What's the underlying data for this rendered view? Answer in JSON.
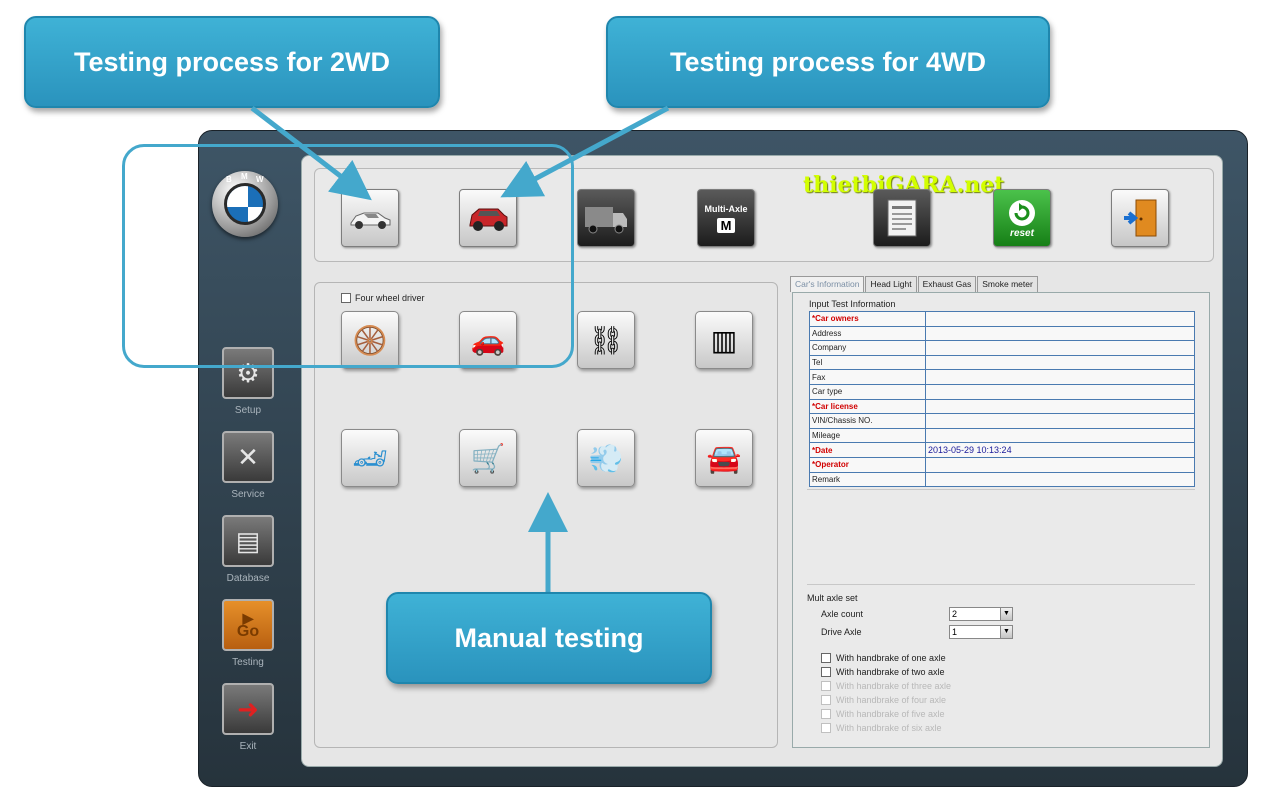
{
  "callouts": {
    "two_wd": "Testing process for 2WD",
    "four_wd": "Testing process for 4WD",
    "manual": "Manual testing"
  },
  "watermark": "thietbiGARA.net",
  "logo_letters": [
    "B",
    "M",
    "W"
  ],
  "sidebar": {
    "items": [
      {
        "label": "Setup",
        "icon": "gear-icon"
      },
      {
        "label": "Service",
        "icon": "tools-icon"
      },
      {
        "label": "Database",
        "icon": "database-icon"
      },
      {
        "label": "Testing",
        "icon": "go-icon",
        "glyph": "Go"
      },
      {
        "label": "Exit",
        "icon": "exit-icon"
      }
    ]
  },
  "toolbar": {
    "buttons": [
      {
        "name": "sedan-2wd-button",
        "icon": "sedan-car-icon"
      },
      {
        "name": "suv-4wd-button",
        "icon": "suv-car-icon"
      },
      {
        "name": "truck-button",
        "icon": "truck-icon"
      },
      {
        "name": "multi-axle-button",
        "icon": "multi-axle-icon",
        "label": "Multi-Axle",
        "glyph": "M"
      },
      {
        "name": "report-button",
        "icon": "document-icon"
      },
      {
        "name": "reset-button",
        "icon": "reset-icon",
        "label": "reset"
      },
      {
        "name": "exit-door-button",
        "icon": "exit-door-icon"
      }
    ]
  },
  "manual": {
    "four_wheel_label": "Four wheel driver",
    "buttons": [
      {
        "icon": "brake-disc-icon"
      },
      {
        "icon": "wheel-alignment-icon"
      },
      {
        "icon": "suspension-icon"
      },
      {
        "icon": "side-slip-icon"
      },
      {
        "icon": "speedometer-car-icon"
      },
      {
        "icon": "headlight-tester-icon"
      },
      {
        "icon": "exhaust-gas-icon"
      },
      {
        "icon": "headlight-car-icon"
      }
    ]
  },
  "tabs": [
    "Car's Information",
    "Head Light",
    "Exhaust Gas",
    "Smoke meter"
  ],
  "info": {
    "title": "Input Test Information",
    "rows": [
      {
        "label": "*Car owners",
        "required": true,
        "value": ""
      },
      {
        "label": "Address",
        "required": false,
        "value": ""
      },
      {
        "label": "Company",
        "required": false,
        "value": ""
      },
      {
        "label": "Tel",
        "required": false,
        "value": ""
      },
      {
        "label": "Fax",
        "required": false,
        "value": ""
      },
      {
        "label": "Car type",
        "required": false,
        "value": ""
      },
      {
        "label": "*Car license",
        "required": true,
        "value": ""
      },
      {
        "label": "VIN/Chassis NO.",
        "required": false,
        "value": ""
      },
      {
        "label": "Mileage",
        "required": false,
        "value": ""
      },
      {
        "label": "*Date",
        "required": true,
        "value": "2013-05-29 10:13:24"
      },
      {
        "label": "*Operator",
        "required": true,
        "value": ""
      },
      {
        "label": "Remark",
        "required": false,
        "value": ""
      }
    ]
  },
  "multi_axle": {
    "title": "Mult axle set",
    "axle_count_label": "Axle count",
    "axle_count_value": "2",
    "drive_axle_label": "Drive Axle",
    "drive_axle_value": "1",
    "checkboxes": [
      {
        "label": "With handbrake of one axle",
        "enabled": true
      },
      {
        "label": "With handbrake of two axle",
        "enabled": true
      },
      {
        "label": "With handbrake of three axle",
        "enabled": false
      },
      {
        "label": "With handbrake of four axle",
        "enabled": false
      },
      {
        "label": "With handbrake of five axle",
        "enabled": false
      },
      {
        "label": "With handbrake of six axle",
        "enabled": false
      }
    ]
  }
}
